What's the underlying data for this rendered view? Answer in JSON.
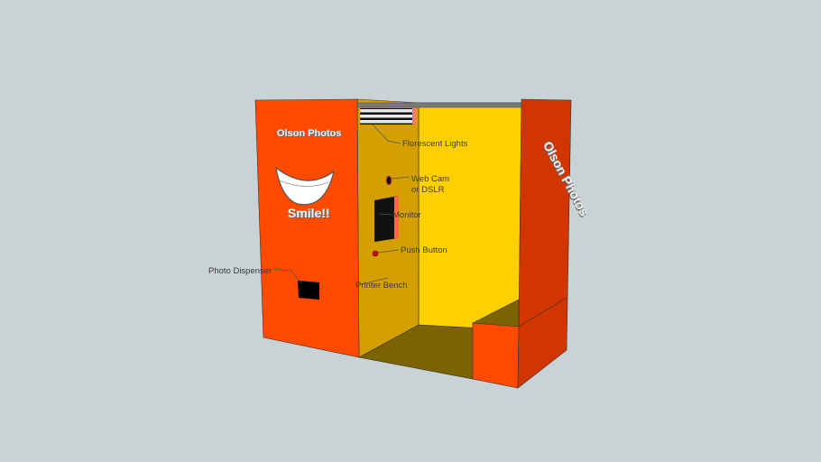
{
  "viewport": {
    "background": "#c9d3d6"
  },
  "colors": {
    "front_panel": "#ff4a00",
    "side_panel": "#d23600",
    "inner_wall": "#d4a000",
    "back_wall": "#ffd000",
    "floor": "#7c6200",
    "bench_front": "#ff4a00",
    "bench_side": "#d23600",
    "light_bar": "#7a7a7a"
  },
  "booth": {
    "brand_text": "Olson Photos",
    "smile_text": "Smile!!",
    "side_text": "Olson Photos"
  },
  "labels": {
    "lights": "Florescent Lights",
    "camera_line1": "Web Cam",
    "camera_line2": "or DSLR",
    "monitor": "Monitor",
    "button": "Push Button",
    "bench": "Printer Bench",
    "dispenser": "Photo Dispenser"
  }
}
